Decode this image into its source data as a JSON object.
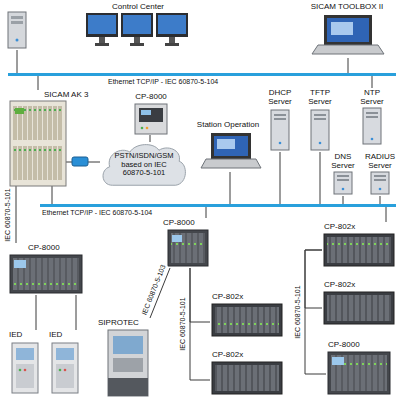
{
  "diagram": {
    "nodes": [
      {
        "text": [
          "Control Center"
        ]
      },
      {
        "text": [
          "SICAM TOOLBOX II"
        ]
      },
      {
        "text": [
          "Ethernet TCP/IP - IEC 60870-5-104"
        ]
      },
      {
        "text": [
          "SICAM AK 3"
        ]
      },
      {
        "text": [
          "CP-8000"
        ]
      },
      {
        "text": [
          "DHCP Server"
        ]
      },
      {
        "text": [
          "TFTP Server"
        ]
      },
      {
        "text": [
          "NTP Server"
        ]
      },
      {
        "text": [
          "Station Operation"
        ]
      },
      {
        "text": [
          "PSTN/ISDN/GSM based on IEC 60870-5-101"
        ]
      },
      {
        "text": [
          "DNS Server"
        ]
      },
      {
        "text": [
          "RADIUS Server"
        ]
      },
      {
        "text": [
          "Ethernet TCP/IP - IEC 60870-5-104"
        ]
      },
      {
        "text": [
          "CP-8000"
        ]
      },
      {
        "text": [
          "CP-802x"
        ]
      },
      {
        "text": [
          "CP-8000"
        ]
      },
      {
        "text": [
          "SIPROTEC"
        ]
      },
      {
        "text": [
          "CP-802x"
        ]
      },
      {
        "text": [
          "CP-802x"
        ]
      },
      {
        "text": [
          "IED"
        ]
      },
      {
        "text": [
          "IED"
        ]
      },
      {
        "text": [
          "CP-802x"
        ]
      },
      {
        "text": [
          "CP-8000"
        ]
      }
    ],
    "edges": [
      {
        "from": 0,
        "to": 2,
        "arrow": "none"
      },
      {
        "from": 1,
        "to": 2,
        "arrow": "none"
      },
      {
        "from": 3,
        "to": 2,
        "arrow": "none"
      },
      {
        "from": 3,
        "to": 12,
        "arrow": "none"
      },
      {
        "from": 3,
        "to": 9,
        "arrow": "none"
      },
      {
        "from": 4,
        "to": 9,
        "arrow": "none"
      },
      {
        "from": 5,
        "to": 12,
        "arrow": "none"
      },
      {
        "from": 6,
        "to": 12,
        "arrow": "none"
      },
      {
        "from": 7,
        "to": 2,
        "arrow": "none"
      },
      {
        "from": 8,
        "to": 12,
        "arrow": "none"
      },
      {
        "from": 10,
        "to": 12,
        "arrow": "none"
      },
      {
        "from": 11,
        "to": 12,
        "arrow": "none"
      },
      {
        "from": 12,
        "to": 13,
        "arrow": "none"
      },
      {
        "from": 12,
        "to": 14,
        "arrow": "none"
      },
      {
        "from": 3,
        "to": 15,
        "arrow": "none",
        "label": "IEC 60870-5-101"
      },
      {
        "from": 13,
        "to": 16,
        "arrow": "none",
        "label": "IEC 60870-5-103"
      },
      {
        "from": 13,
        "to": 17,
        "arrow": "none"
      },
      {
        "from": 13,
        "to": 21,
        "arrow": "none",
        "label": "IEC 60870-5-101"
      },
      {
        "from": 14,
        "to": 18,
        "arrow": "none"
      },
      {
        "from": 14,
        "to": 22,
        "arrow": "none",
        "label": "IEC 60870-5-101"
      },
      {
        "from": 15,
        "to": 19,
        "arrow": "none"
      },
      {
        "from": 15,
        "to": 20,
        "arrow": "none"
      }
    ]
  }
}
